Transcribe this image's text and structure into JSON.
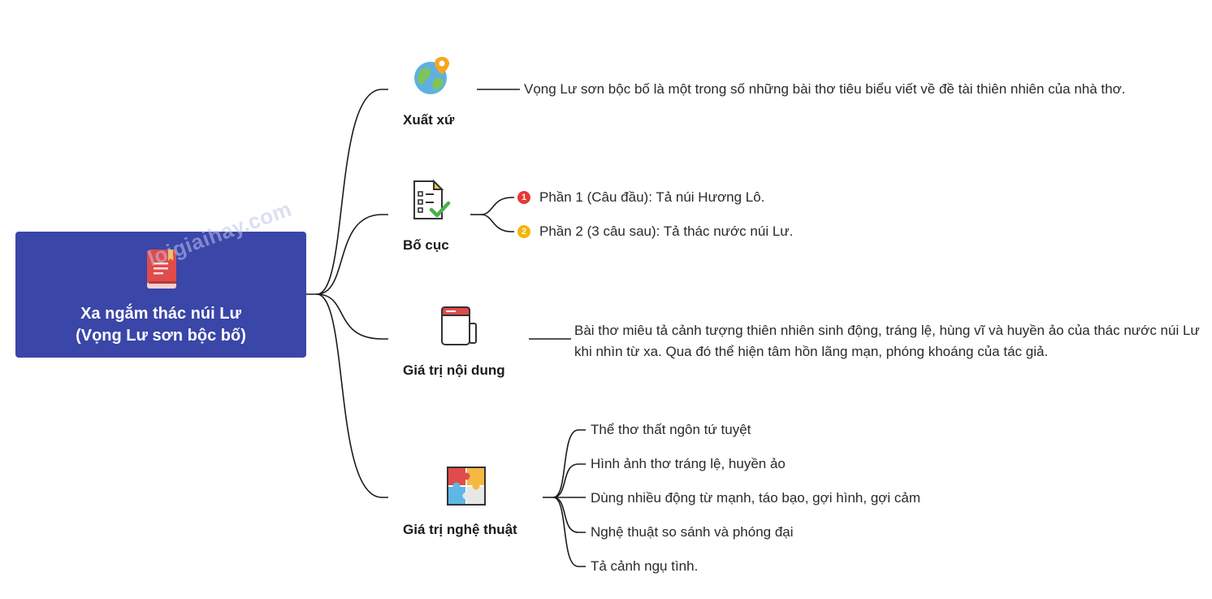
{
  "root": {
    "title_line1": "Xa ngắm thác núi Lư",
    "title_line2": "(Vọng Lư sơn bộc bố)",
    "icon": "book-icon",
    "color": "#3a46a8"
  },
  "watermark": "loigiaihay.com",
  "branches": [
    {
      "label": "Xuất xứ",
      "icon": "globe-location-icon",
      "text": "Vọng Lư sơn bộc bố là một trong số những bài thơ tiêu biểu viết về đề tài thiên nhiên của nhà thơ."
    },
    {
      "label": "Bố cục",
      "icon": "checklist-document-icon",
      "items": [
        {
          "badge": "1",
          "badge_color": "#e53935",
          "text": "Phần 1 (Câu đầu): Tả núi Hương Lô."
        },
        {
          "badge": "2",
          "badge_color": "#f5b400",
          "text": "Phần 2 (3 câu sau): Tả thác nước núi Lư."
        }
      ]
    },
    {
      "label": "Giá trị nội dung",
      "icon": "notebook-icon",
      "text": "Bài thơ miêu tả cảnh tượng thiên nhiên sinh động, tráng lệ, hùng vĩ và huyền ảo của thác nước núi Lư khi nhìn từ xa. Qua đó thể hiện tâm hồn lãng mạn, phóng khoáng của tác giả."
    },
    {
      "label": "Giá trị nghệ thuật",
      "icon": "puzzle-icon",
      "items": [
        "Thể thơ thất ngôn tứ tuyệt",
        "Hình ảnh thơ tráng lệ, huyền ảo",
        "Dùng nhiều động từ mạnh, táo bạo, gợi hình, gợi cảm",
        "Nghệ thuật so sánh và phóng đại",
        "Tả cảnh ngụ tình."
      ]
    }
  ]
}
